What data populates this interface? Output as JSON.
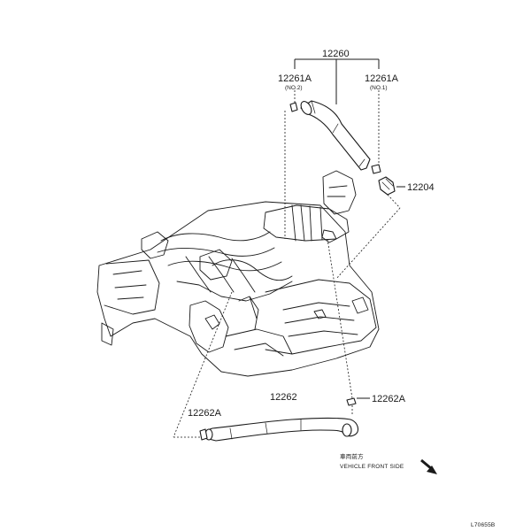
{
  "parts": {
    "main": "12260",
    "left_clamp": "12261A",
    "left_clamp_note": "(NO.2)",
    "right_clamp": "12261A",
    "right_clamp_note": "(NO.1)",
    "valve": "12204",
    "lower_hose": "12262",
    "lower_clip_left": "12262A",
    "lower_clip_right": "12262A"
  },
  "orientation": {
    "jp": "車両前方",
    "en": "VEHICLE FRONT SIDE",
    "arrow_icon": "direction-arrow-icon"
  },
  "drawing_code": "L70655B"
}
